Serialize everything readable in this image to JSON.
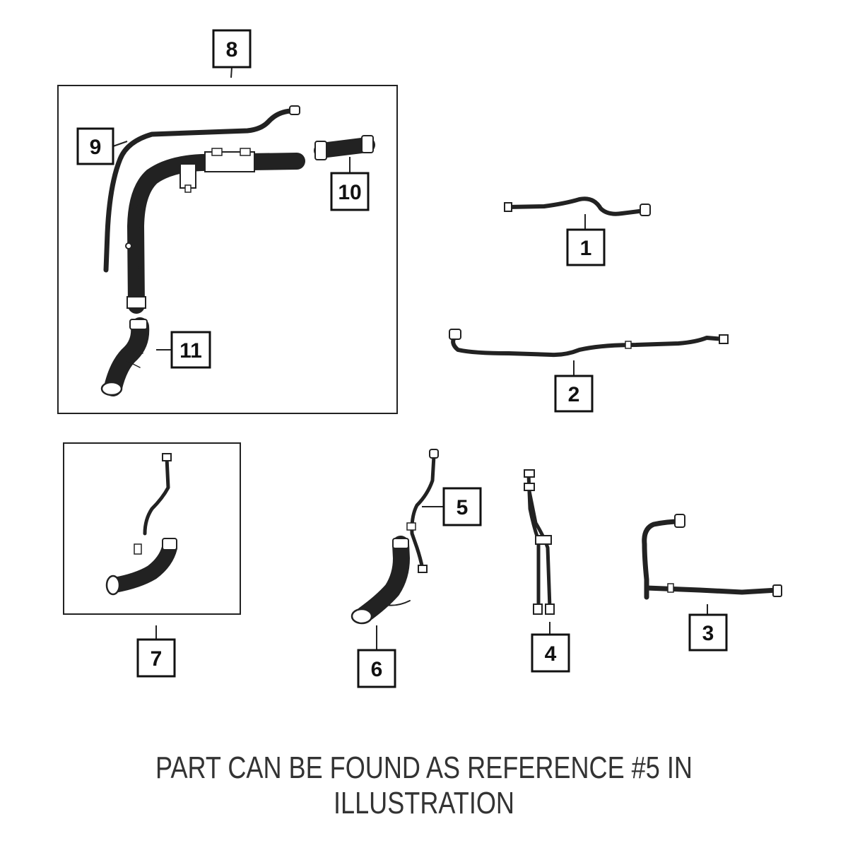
{
  "caption": "PART CAN BE FOUND AS REFERENCE #5 IN ILLUSTRATION",
  "callouts": [
    "1",
    "2",
    "3",
    "4",
    "5",
    "6",
    "7",
    "8",
    "9",
    "10",
    "11"
  ]
}
